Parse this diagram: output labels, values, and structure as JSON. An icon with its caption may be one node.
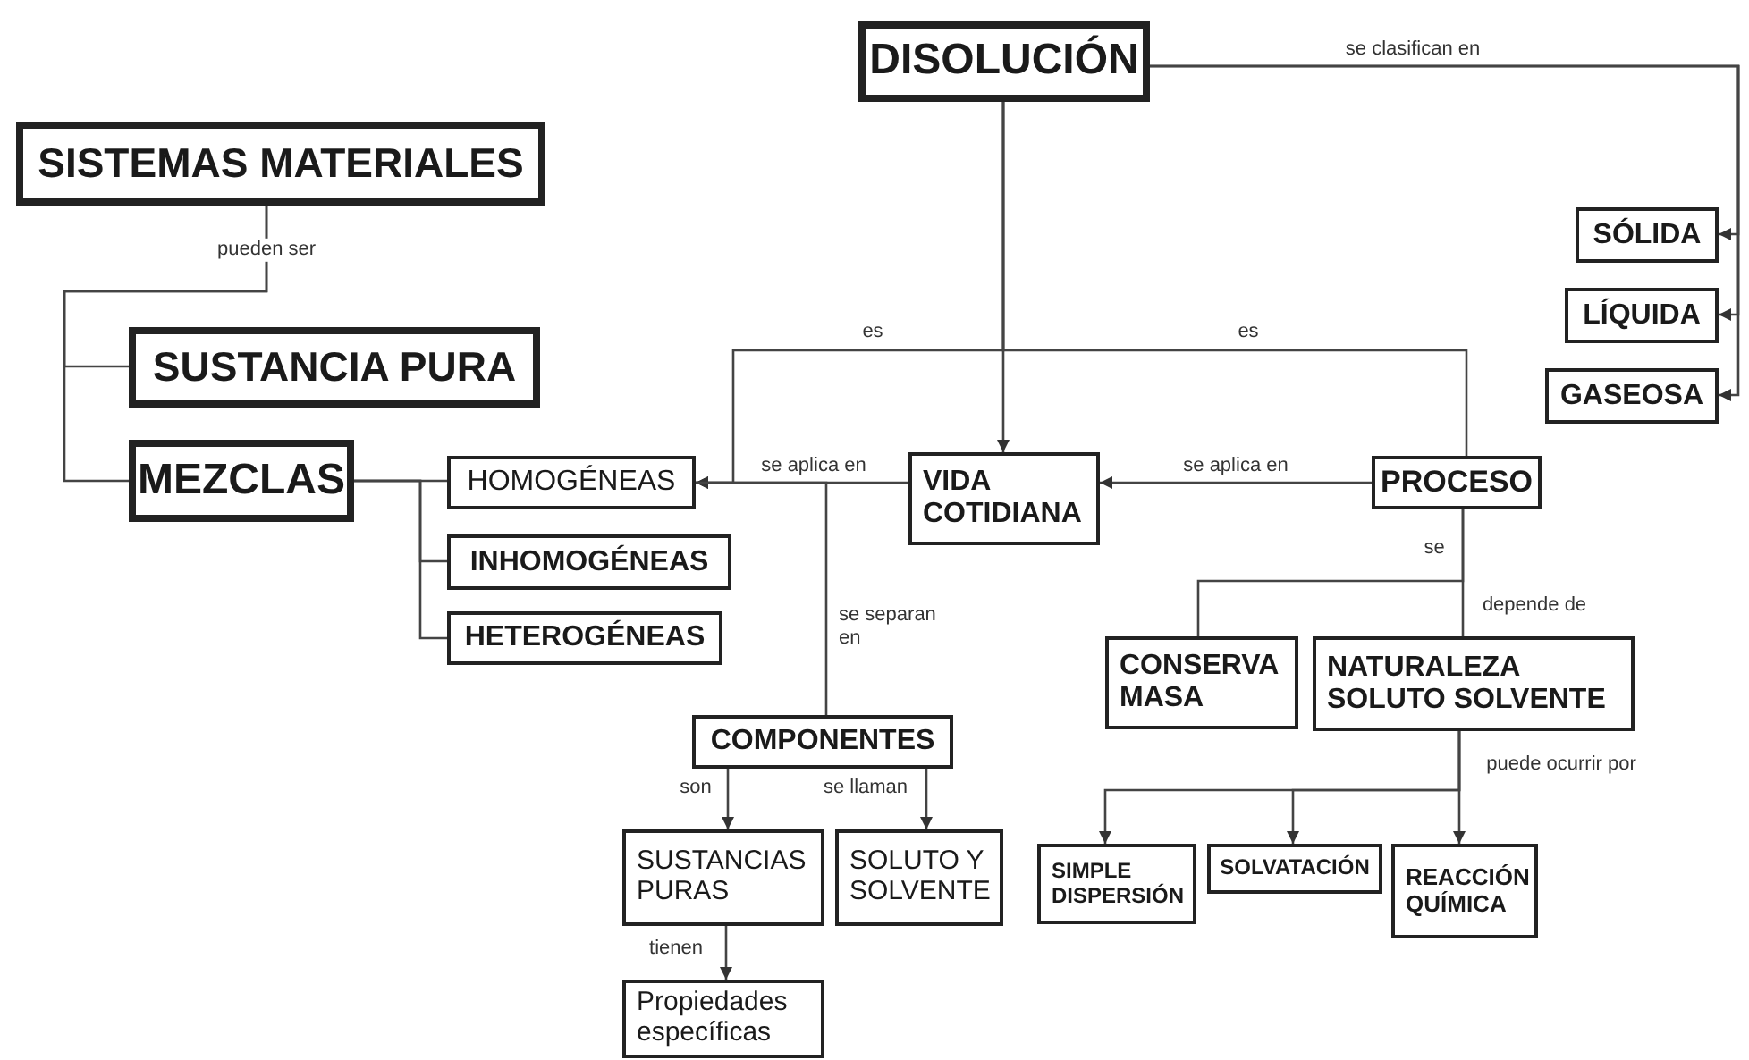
{
  "diagram": {
    "nodes": [
      {
        "text": [
          "DISOLUCIÓN"
        ]
      },
      {
        "text": [
          "SISTEMAS MATERIALES"
        ]
      },
      {
        "text": [
          "SUSTANCIA PURA"
        ]
      },
      {
        "text": [
          "MEZCLAS"
        ]
      },
      {
        "text": [
          "HOMOGÉNEAS"
        ]
      },
      {
        "text": [
          "INHOMOGÉNEAS"
        ]
      },
      {
        "text": [
          "HETEROGÉNEAS"
        ]
      },
      {
        "text": [
          "VIDA COTIDIANA"
        ]
      },
      {
        "text": [
          "PROCESO"
        ]
      },
      {
        "text": [
          "SÓLIDA"
        ]
      },
      {
        "text": [
          "LÍQUIDA"
        ]
      },
      {
        "text": [
          "GASEOSA"
        ]
      },
      {
        "text": [
          "COMPONENTES"
        ]
      },
      {
        "text": [
          "CONSERVA MASA"
        ]
      },
      {
        "text": [
          "NATURALEZA SOLUTO SOLVENTE"
        ]
      },
      {
        "text": [
          "SUSTANCIAS PURAS"
        ]
      },
      {
        "text": [
          "SOLUTO Y SOLVENTE"
        ]
      },
      {
        "text": [
          "SIMPLE DISPERSIÓN"
        ]
      },
      {
        "text": [
          "SOLVATACIÓN"
        ]
      },
      {
        "text": [
          "REACCIÓN QUÍMICA"
        ]
      },
      {
        "text": [
          "Propiedades específicas"
        ]
      }
    ],
    "edges": [
      {
        "from": 0,
        "to": 9,
        "arrow": "to",
        "label": "se clasifican en"
      },
      {
        "from": 0,
        "to": 10,
        "arrow": "to"
      },
      {
        "from": 0,
        "to": 11,
        "arrow": "to"
      },
      {
        "from": 0,
        "to": 7,
        "arrow": "to"
      },
      {
        "from": 0,
        "to": 4,
        "arrow": "to",
        "label": "es"
      },
      {
        "from": 0,
        "to": 8,
        "arrow": "none",
        "label": "es"
      },
      {
        "from": 1,
        "to": 2,
        "arrow": "none",
        "label": "pueden ser"
      },
      {
        "from": 1,
        "to": 3,
        "arrow": "none"
      },
      {
        "from": 3,
        "to": 4,
        "arrow": "none"
      },
      {
        "from": 3,
        "to": 5,
        "arrow": "none"
      },
      {
        "from": 3,
        "to": 6,
        "arrow": "none"
      },
      {
        "from": 7,
        "to": 4,
        "arrow": "to",
        "label": "se aplica en"
      },
      {
        "from": 8,
        "to": 7,
        "arrow": "to",
        "label": "se aplica en"
      },
      {
        "from": 4,
        "to": 12,
        "arrow": "none",
        "label": "se separan en"
      },
      {
        "from": 8,
        "to": 13,
        "arrow": "none",
        "label": "se"
      },
      {
        "from": 8,
        "to": 14,
        "arrow": "none",
        "label": "depende de"
      },
      {
        "from": 14,
        "to": 17,
        "arrow": "to",
        "label": "puede ocurrir por"
      },
      {
        "from": 14,
        "to": 18,
        "arrow": "to"
      },
      {
        "from": 14,
        "to": 19,
        "arrow": "to"
      },
      {
        "from": 12,
        "to": 15,
        "arrow": "to",
        "label": "son"
      },
      {
        "from": 12,
        "to": 16,
        "arrow": "to",
        "label": "se llaman"
      },
      {
        "from": 15,
        "to": 20,
        "arrow": "to",
        "label": "tienen"
      }
    ]
  }
}
